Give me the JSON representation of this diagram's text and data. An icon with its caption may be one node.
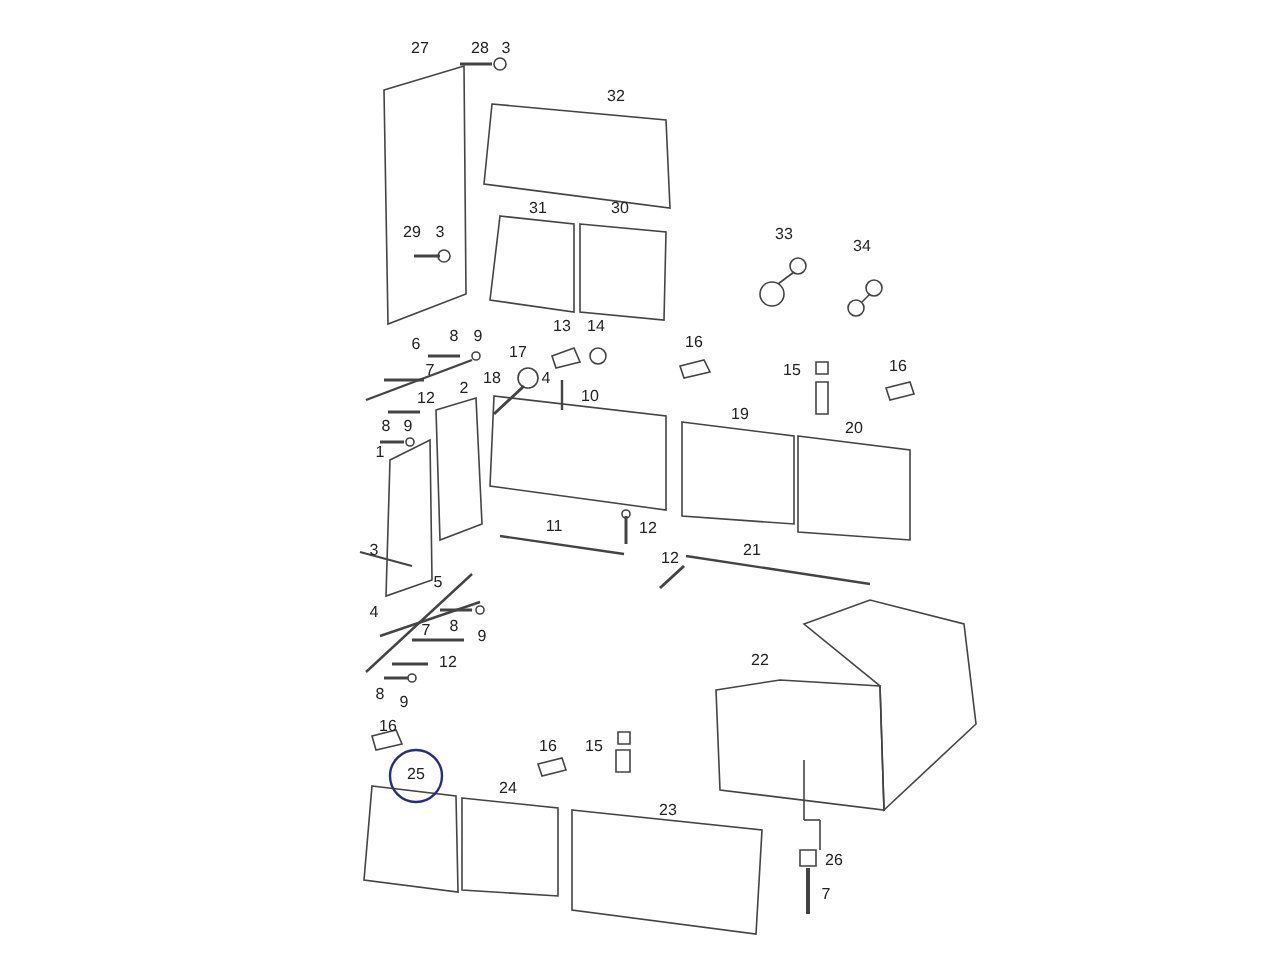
{
  "diagram": {
    "labels": [
      "27",
      "28",
      "3",
      "32",
      "31",
      "30",
      "29",
      "3",
      "33",
      "34",
      "6",
      "8",
      "9",
      "13",
      "14",
      "16",
      "17",
      "18",
      "4",
      "7",
      "15",
      "16",
      "12",
      "2",
      "8",
      "9",
      "10",
      "19",
      "20",
      "1",
      "11",
      "12",
      "3",
      "12",
      "21",
      "5",
      "4",
      "8",
      "9",
      "7",
      "12",
      "22",
      "8",
      "9",
      "16",
      "16",
      "15",
      "25",
      "24",
      "23",
      "26",
      "7"
    ]
  }
}
